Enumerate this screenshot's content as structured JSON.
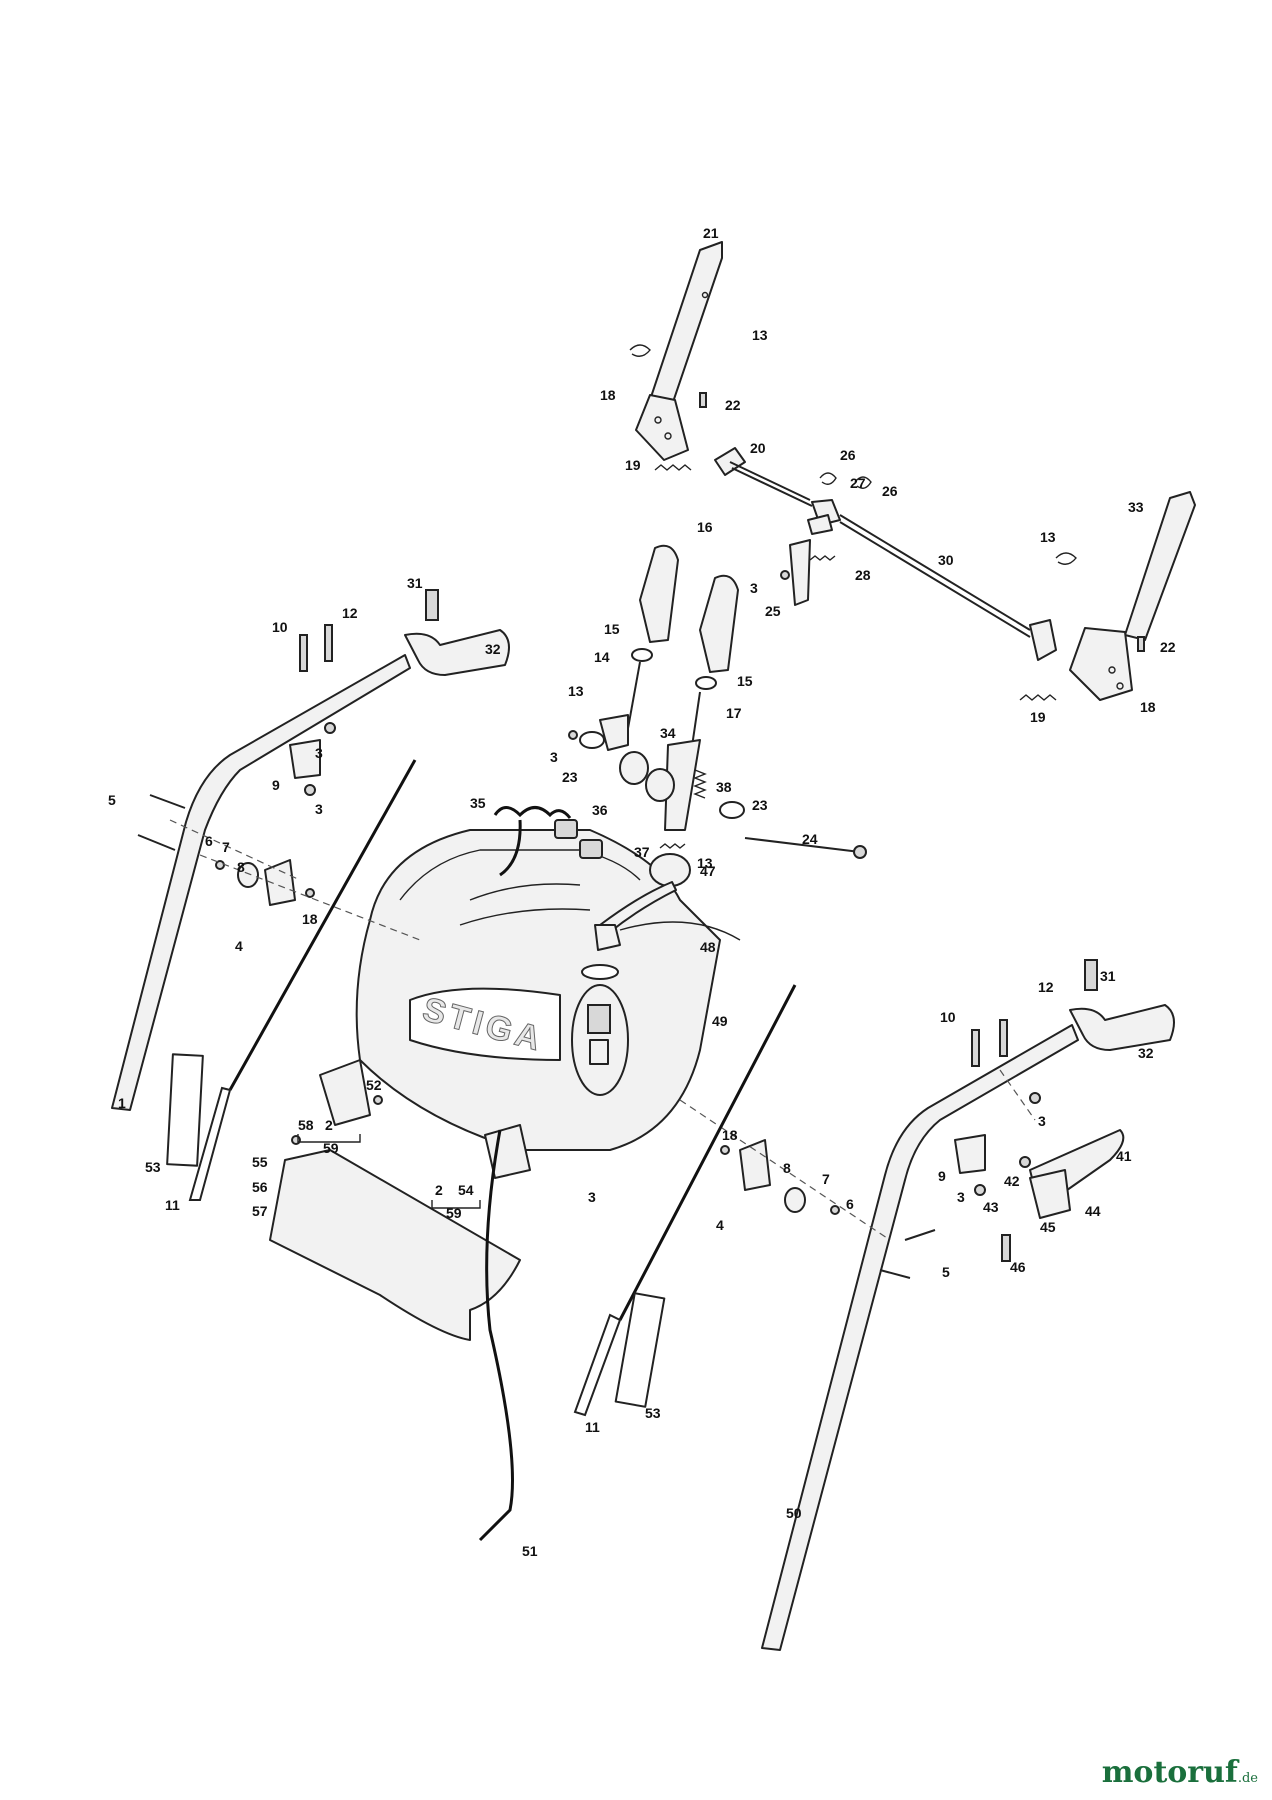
{
  "diagram": {
    "brand_logo_text": "STIGA",
    "callouts": [
      "21",
      "13",
      "18",
      "22",
      "20",
      "19",
      "26",
      "27",
      "26",
      "33",
      "13",
      "16",
      "28",
      "30",
      "3",
      "25",
      "22",
      "19",
      "18",
      "15",
      "14",
      "15",
      "13",
      "17",
      "3",
      "23",
      "34",
      "23",
      "38",
      "24",
      "37",
      "13",
      "35",
      "36",
      "47",
      "48",
      "49",
      "31",
      "12",
      "10",
      "32",
      "5",
      "3",
      "9",
      "3",
      "8",
      "6",
      "7",
      "18",
      "4",
      "1",
      "52",
      "58",
      "2",
      "59",
      "55",
      "56",
      "57",
      "53",
      "11",
      "2",
      "54",
      "59",
      "3",
      "18",
      "8",
      "7",
      "6",
      "4",
      "31",
      "12",
      "10",
      "32",
      "3",
      "9",
      "42",
      "43",
      "3",
      "41",
      "44",
      "45",
      "46",
      "5",
      "11",
      "53",
      "50",
      "51"
    ]
  },
  "watermark": {
    "main": "motoruf",
    "tld": ".de"
  }
}
